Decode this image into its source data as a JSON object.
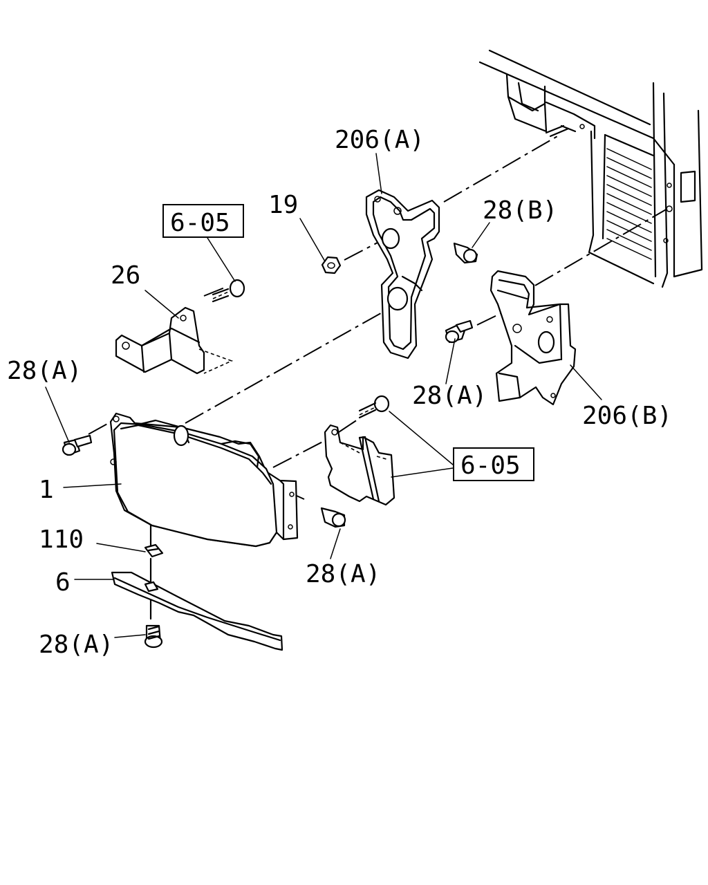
{
  "labels": {
    "l_206A": "206(A)",
    "l_19": "19",
    "l_28B": "28(B)",
    "l_605_top": "6-05",
    "l_26": "26",
    "l_28A_left": "28(A)",
    "l_28A_mid": "28(A)",
    "l_206B": "206(B)",
    "l_605_mid": "6-05",
    "l_1": "1",
    "l_110": "110",
    "l_6": "6",
    "l_28A_low": "28(A)",
    "l_28A_bottom": "28(A)"
  }
}
